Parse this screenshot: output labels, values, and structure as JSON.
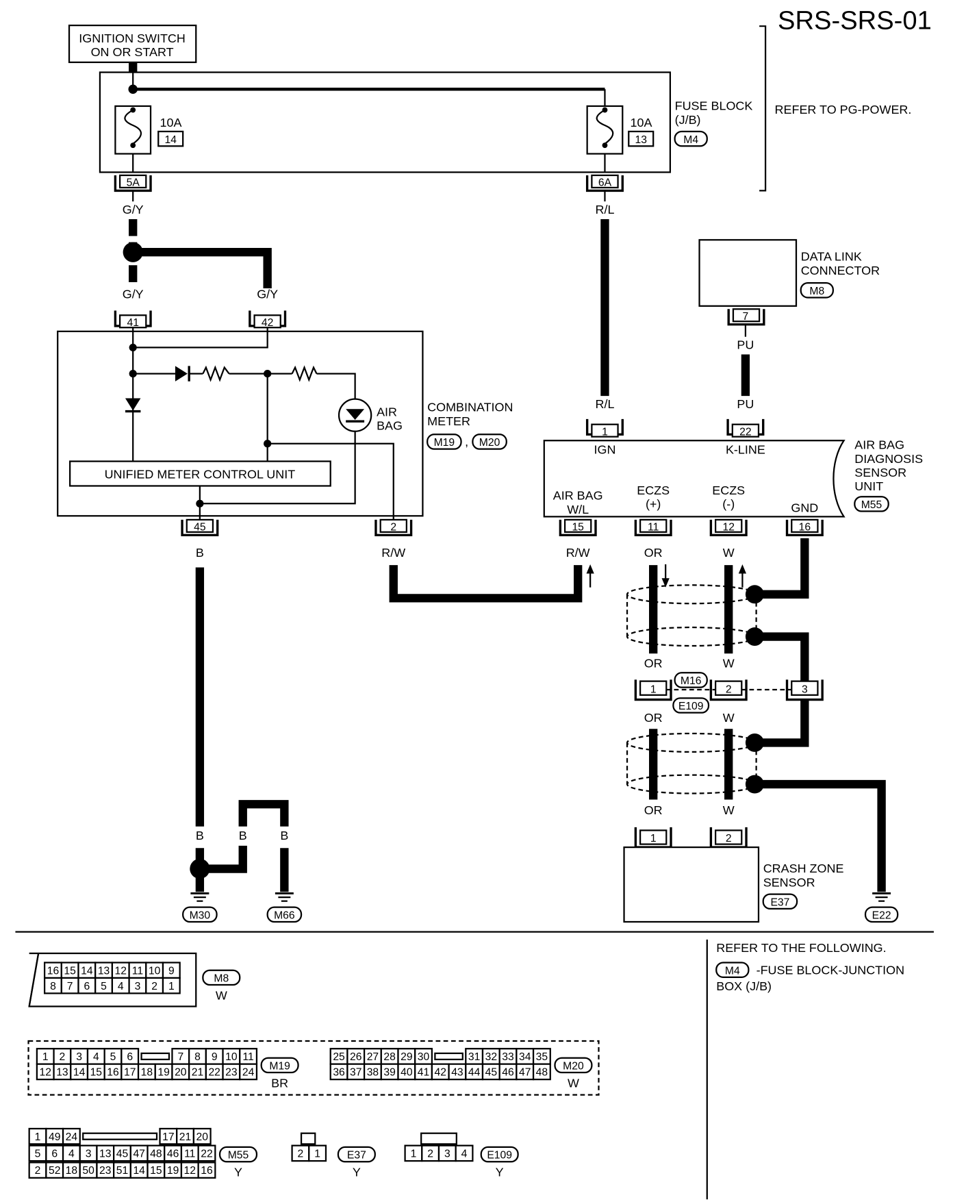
{
  "page": {
    "title": "SRS-SRS-01"
  },
  "power": {
    "ignition_switch": [
      "IGNITION SWITCH",
      "ON OR START"
    ],
    "fuse_block_label": [
      "FUSE BLOCK",
      "(J/B)"
    ],
    "fuse_block_conn": "M4",
    "refer_pg_power": "REFER TO PG-POWER.",
    "fuse_left": {
      "rating": "10A",
      "number": "14",
      "terminal": "5A"
    },
    "fuse_right": {
      "rating": "10A",
      "number": "13",
      "terminal": "6A"
    }
  },
  "wires": {
    "gy": "G/Y",
    "rl": "R/L",
    "pu": "PU",
    "b": "B",
    "rw": "R/W",
    "or": "OR",
    "w": "W"
  },
  "combination_meter": {
    "label": [
      "COMBINATION",
      "METER"
    ],
    "conn_a": "M19",
    "conn_b": "M20",
    "sep": ",",
    "control_unit": "UNIFIED METER CONTROL UNIT",
    "air_bag_lamp": [
      "AIR",
      "BAG"
    ],
    "pins": {
      "p41": "41",
      "p42": "42",
      "p45": "45",
      "p2": "2"
    }
  },
  "data_link": {
    "label": [
      "DATA LINK",
      "CONNECTOR"
    ],
    "conn": "M8",
    "pin": "7"
  },
  "sensor_unit": {
    "label": [
      "AIR BAG",
      "DIAGNOSIS",
      "SENSOR",
      "UNIT"
    ],
    "conn": "M55",
    "pins": {
      "ign": {
        "no": "1",
        "name": "IGN"
      },
      "kline": {
        "no": "22",
        "name": "K-LINE"
      },
      "wl": {
        "no": "15",
        "name": [
          "AIR BAG",
          "W/L"
        ]
      },
      "eczs_p": {
        "no": "11",
        "name": [
          "ECZS",
          "(+)"
        ]
      },
      "eczs_m": {
        "no": "12",
        "name": [
          "ECZS",
          "(-)"
        ]
      },
      "gnd": {
        "no": "16",
        "name": "GND"
      }
    }
  },
  "junction": {
    "conn_top": "M16",
    "conn_bottom": "E109",
    "pins": [
      "1",
      "2",
      "3"
    ]
  },
  "crash_zone": {
    "label": [
      "CRASH ZONE",
      "SENSOR"
    ],
    "conn": "E37",
    "pins": [
      "1",
      "2"
    ]
  },
  "grounds": [
    "M30",
    "M66",
    "E22"
  ],
  "refer": {
    "heading": "REFER TO THE FOLLOWING.",
    "conn": "M4",
    "text": [
      "-FUSE BLOCK-JUNCTION",
      "BOX (J/B)"
    ]
  },
  "connector_views": {
    "m8": {
      "name": "M8",
      "color": "W",
      "rows": [
        [
          "16",
          "15",
          "14",
          "13",
          "12",
          "11",
          "10",
          "9"
        ],
        [
          "8",
          "7",
          "6",
          "5",
          "4",
          "3",
          "2",
          "1"
        ]
      ]
    },
    "m19": {
      "name": "M19",
      "color": "BR",
      "rows": [
        [
          "1",
          "2",
          "3",
          "4",
          "5",
          "6",
          "",
          "7",
          "8",
          "9",
          "10",
          "11"
        ],
        [
          "12",
          "13",
          "14",
          "15",
          "16",
          "17",
          "18",
          "19",
          "20",
          "21",
          "22",
          "23",
          "24"
        ]
      ]
    },
    "m20": {
      "name": "M20",
      "color": "W",
      "rows": [
        [
          "25",
          "26",
          "27",
          "28",
          "29",
          "30",
          "",
          "31",
          "32",
          "33",
          "34",
          "35"
        ],
        [
          "36",
          "37",
          "38",
          "39",
          "40",
          "41",
          "42",
          "43",
          "44",
          "45",
          "46",
          "47",
          "48"
        ]
      ]
    },
    "m55": {
      "name": "M55",
      "color": "Y",
      "rows": [
        [
          "1",
          "49",
          "24",
          "",
          "17",
          "21",
          "20"
        ],
        [
          "5",
          "6",
          "4",
          "3",
          "13",
          "45",
          "47",
          "48",
          "46",
          "11",
          "22"
        ],
        [
          "2",
          "52",
          "18",
          "50",
          "23",
          "51",
          "14",
          "15",
          "19",
          "12",
          "16"
        ]
      ]
    },
    "e37": {
      "name": "E37",
      "color": "Y",
      "pins": [
        "2",
        "1"
      ]
    },
    "e109": {
      "name": "E109",
      "color": "Y",
      "pins": [
        "1",
        "2",
        "3",
        "4"
      ]
    }
  }
}
